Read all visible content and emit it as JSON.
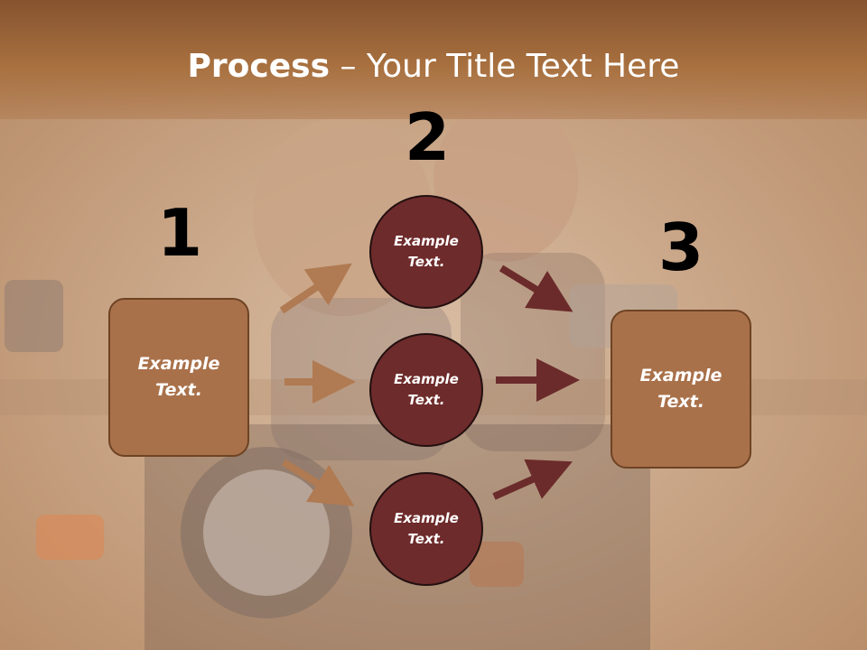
{
  "title": {
    "bold": "Process",
    "rest": " – Your Title Text Here"
  },
  "steps": [
    {
      "number": "1",
      "text": "Example Text."
    },
    {
      "number": "2",
      "text": "Example Text."
    },
    {
      "number": "3",
      "text": "Example Text."
    }
  ],
  "middle_nodes": [
    {
      "text": "Example Text."
    },
    {
      "text": "Example Text."
    },
    {
      "text": "Example Text."
    }
  ],
  "colors": {
    "box_fill": "#a9714a",
    "circle_fill": "#6e2b2b",
    "arrow_left": "#b07a52",
    "arrow_right": "#6b2b2b"
  }
}
